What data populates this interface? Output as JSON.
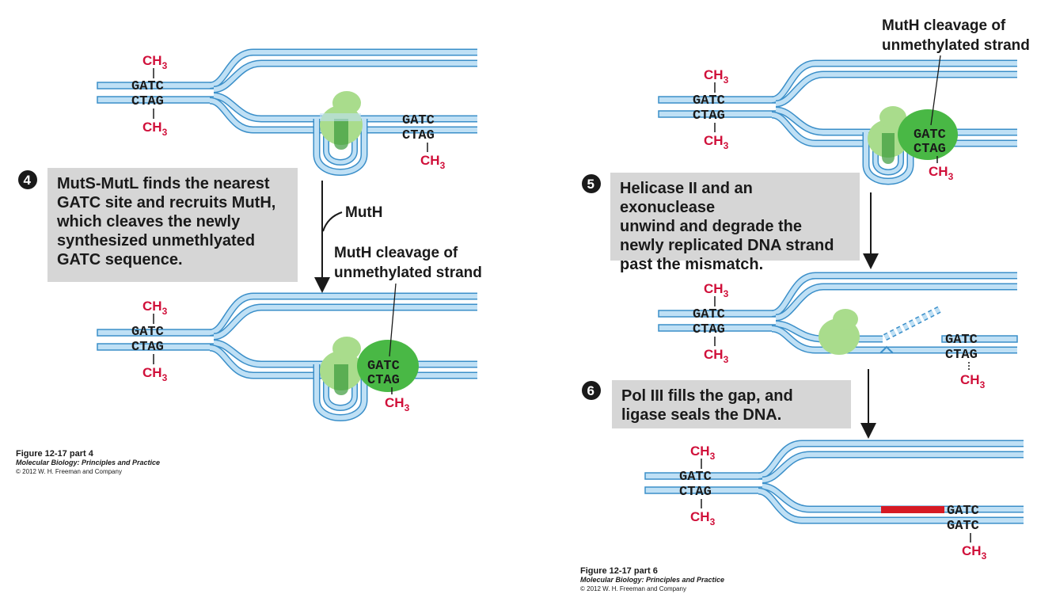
{
  "colors": {
    "strand_fill": "#bfe0f5",
    "strand_edge": "#3b8fc9",
    "protein_light": "#a9dc8c",
    "protein_dark": "#49b845",
    "methyl": "#d0103a",
    "gap_fill": "#d61a24",
    "textbox": "#d6d6d6"
  },
  "sequences": {
    "top": "GATC",
    "bottom": "CTAG"
  },
  "methyl_label": {
    "base": "CH",
    "sub": "3"
  },
  "steps": [
    {
      "number": "4",
      "text": "MutS-MutL finds the nearest\nGATC site and recruits MutH,\nwhich cleaves the newly\nsynthesized unmethlyated\nGATC sequence."
    },
    {
      "number": "5",
      "text": "Helicase II and an exonuclease\nunwind and degrade the\nnewly replicated DNA strand\npast the mismatch."
    },
    {
      "number": "6",
      "text": "Pol III fills the gap, and\nligase seals the DNA."
    }
  ],
  "labels": {
    "muth": "MutH",
    "muth_cleavage_line1": "MutH cleavage of",
    "muth_cleavage_line2": "unmethylated strand",
    "gatc_bottom_final": "GATC"
  },
  "captions": [
    {
      "title": "Figure 12-17 part 4",
      "book": "Molecular Biology: Principles and Practice",
      "copyright": "© 2012 W. H. Freeman and Company"
    },
    {
      "title": "Figure 12-17 part 6",
      "book": "Molecular Biology: Principles and Practice",
      "copyright": "© 2012 W. H. Freeman and Company"
    }
  ]
}
